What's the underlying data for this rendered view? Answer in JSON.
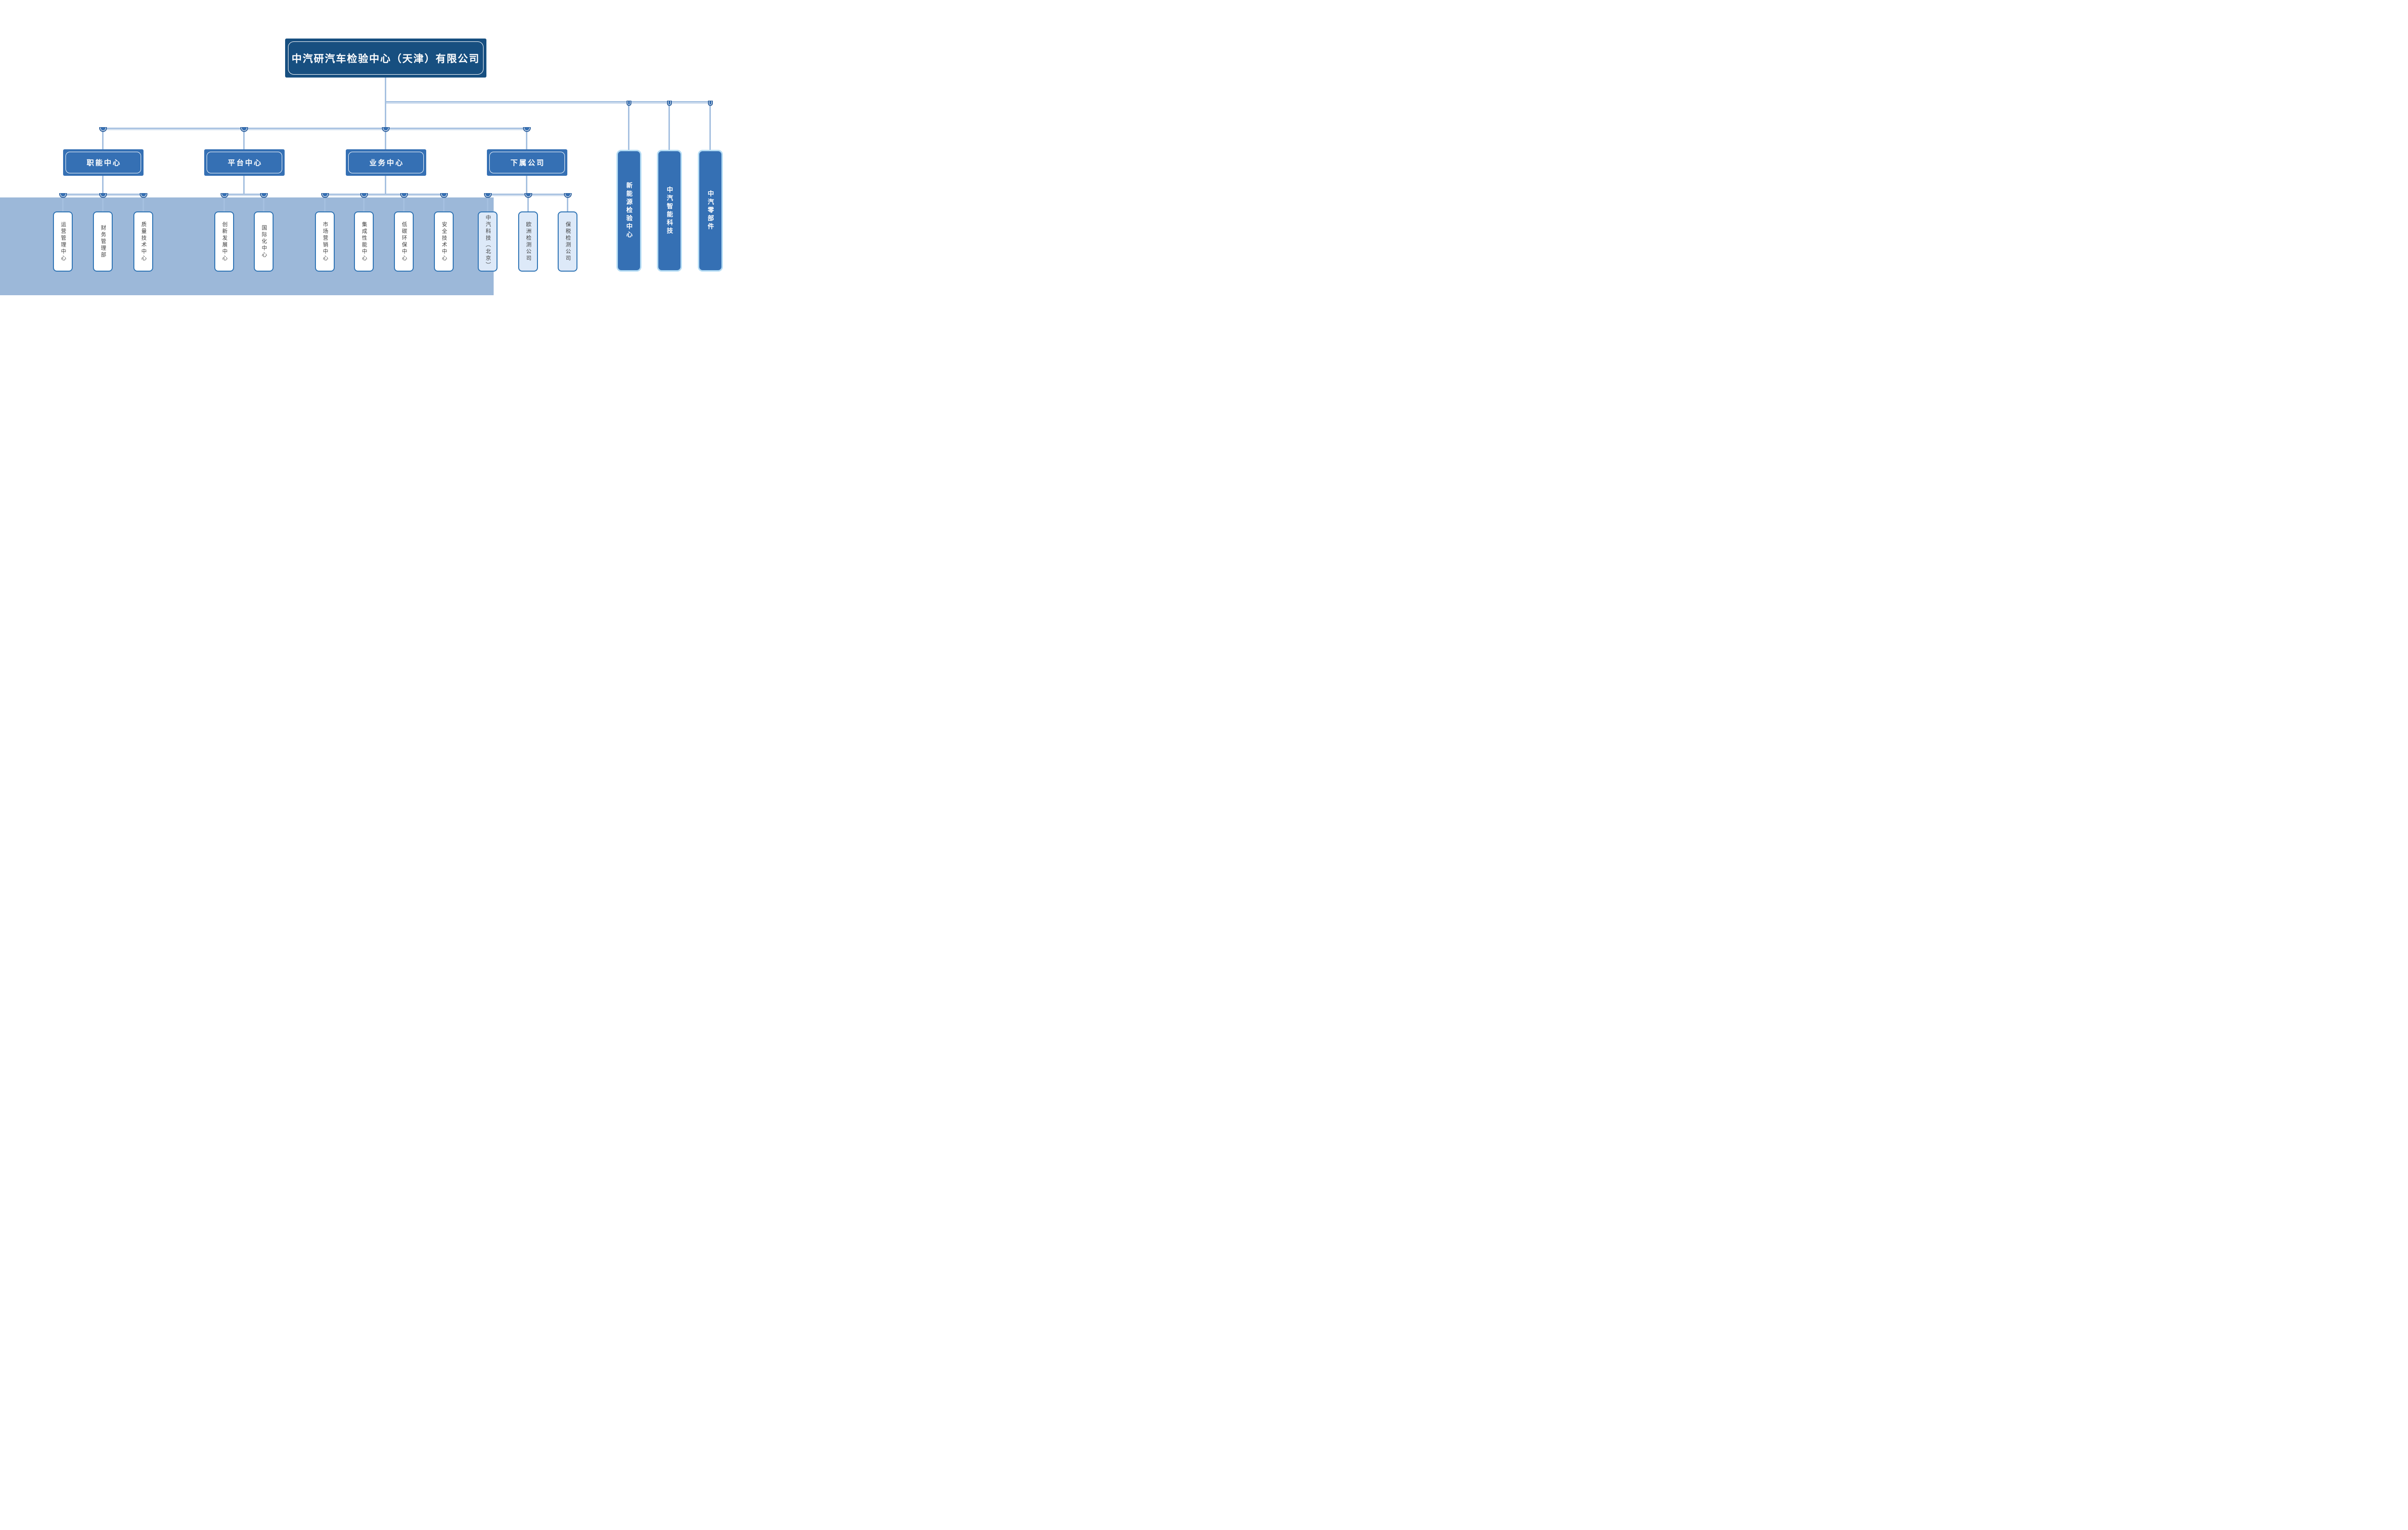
{
  "root": {
    "label": "中汽研汽车检验中心（天津）有限公司"
  },
  "branches": [
    {
      "label": "职能中心"
    },
    {
      "label": "平台中心"
    },
    {
      "label": "业务中心"
    },
    {
      "label": "下属公司"
    }
  ],
  "leaves": [
    {
      "label": "运营管理中心",
      "style": "plain"
    },
    {
      "label": "财务管理部",
      "style": "plain"
    },
    {
      "label": "质量技术中心",
      "style": "plain"
    },
    {
      "label": "创新发展中心",
      "style": "plain"
    },
    {
      "label": "国际化中心",
      "style": "plain"
    },
    {
      "label": "市场营销中心",
      "style": "plain"
    },
    {
      "label": "集成性能中心",
      "style": "plain"
    },
    {
      "label": "低碳环保中心",
      "style": "plain"
    },
    {
      "label": "安全技术中心",
      "style": "plain"
    },
    {
      "label": "中汽科技（北京）",
      "style": "tinted"
    },
    {
      "label": "欧洲检测公司",
      "style": "tinted"
    },
    {
      "label": "保税检测公司",
      "style": "tinted"
    }
  ],
  "affiliates": [
    {
      "label": "新能源检验中心"
    },
    {
      "label": "中汽智能科技"
    },
    {
      "label": "中汽零部件"
    }
  ],
  "colors": {
    "root_fill": "#174f80",
    "branch_fill": "#3570b4",
    "connector": "#a5c0e0",
    "highlight_band": "#9cb8d9",
    "leaf_border": "#2f74b5",
    "leaf_tint": "#dde9f8",
    "leaf_text": "#3d3d3d",
    "affiliate_border": "#b5dcf4",
    "toggle_fill": "#356fb3",
    "toggle_ring": "#2a5e9d"
  }
}
